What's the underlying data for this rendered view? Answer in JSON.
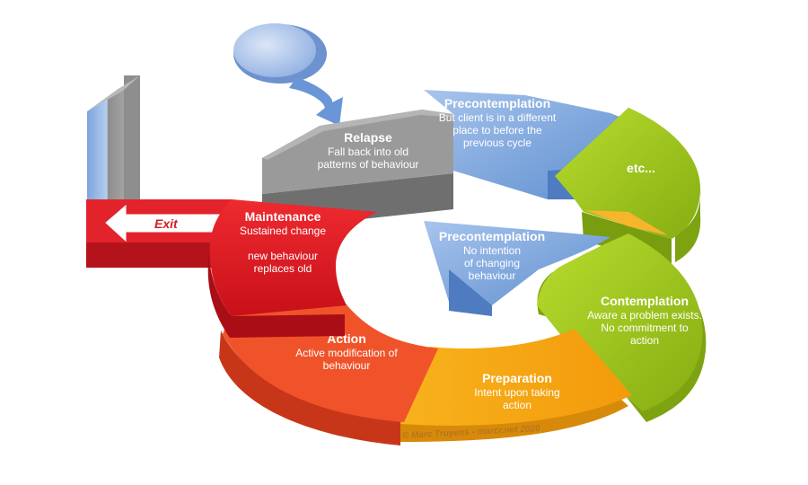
{
  "colors": {
    "relapse": "#8f8f8f",
    "precontemplation": "#7aa4d9",
    "contemplation": "#9fc41c",
    "preparation": "#f5a40f",
    "action": "#f04e23",
    "maintenance": "#e01e26",
    "exit_arrow": "#ffffff"
  },
  "stages": {
    "relapse": {
      "title": "Relapse",
      "lines": [
        "Fall back into old",
        "patterns of behaviour"
      ]
    },
    "precontemplation_2": {
      "title": "Precontemplation",
      "lines": [
        "But client is in a different",
        "place to before the",
        "previous cycle"
      ]
    },
    "etc": {
      "title": "etc..."
    },
    "precontemplation": {
      "title": "Precontemplation",
      "lines": [
        "No intention",
        "of changing",
        "behaviour"
      ]
    },
    "contemplation": {
      "title": "Contemplation",
      "lines": [
        "Aware a problem exists.",
        "No commitment to",
        "action"
      ]
    },
    "preparation": {
      "title": "Preparation",
      "lines": [
        "Intent upon taking",
        "action"
      ]
    },
    "action": {
      "title": "Action",
      "lines": [
        "Active modification of",
        "behaviour"
      ]
    },
    "maintenance": {
      "title": "Maintenance",
      "lines": [
        "Sustained change",
        "",
        "new behaviour",
        "replaces old"
      ]
    }
  },
  "exit": {
    "label": "Exit"
  },
  "watermark": "© Marc Truyens - marcr.net 2020"
}
